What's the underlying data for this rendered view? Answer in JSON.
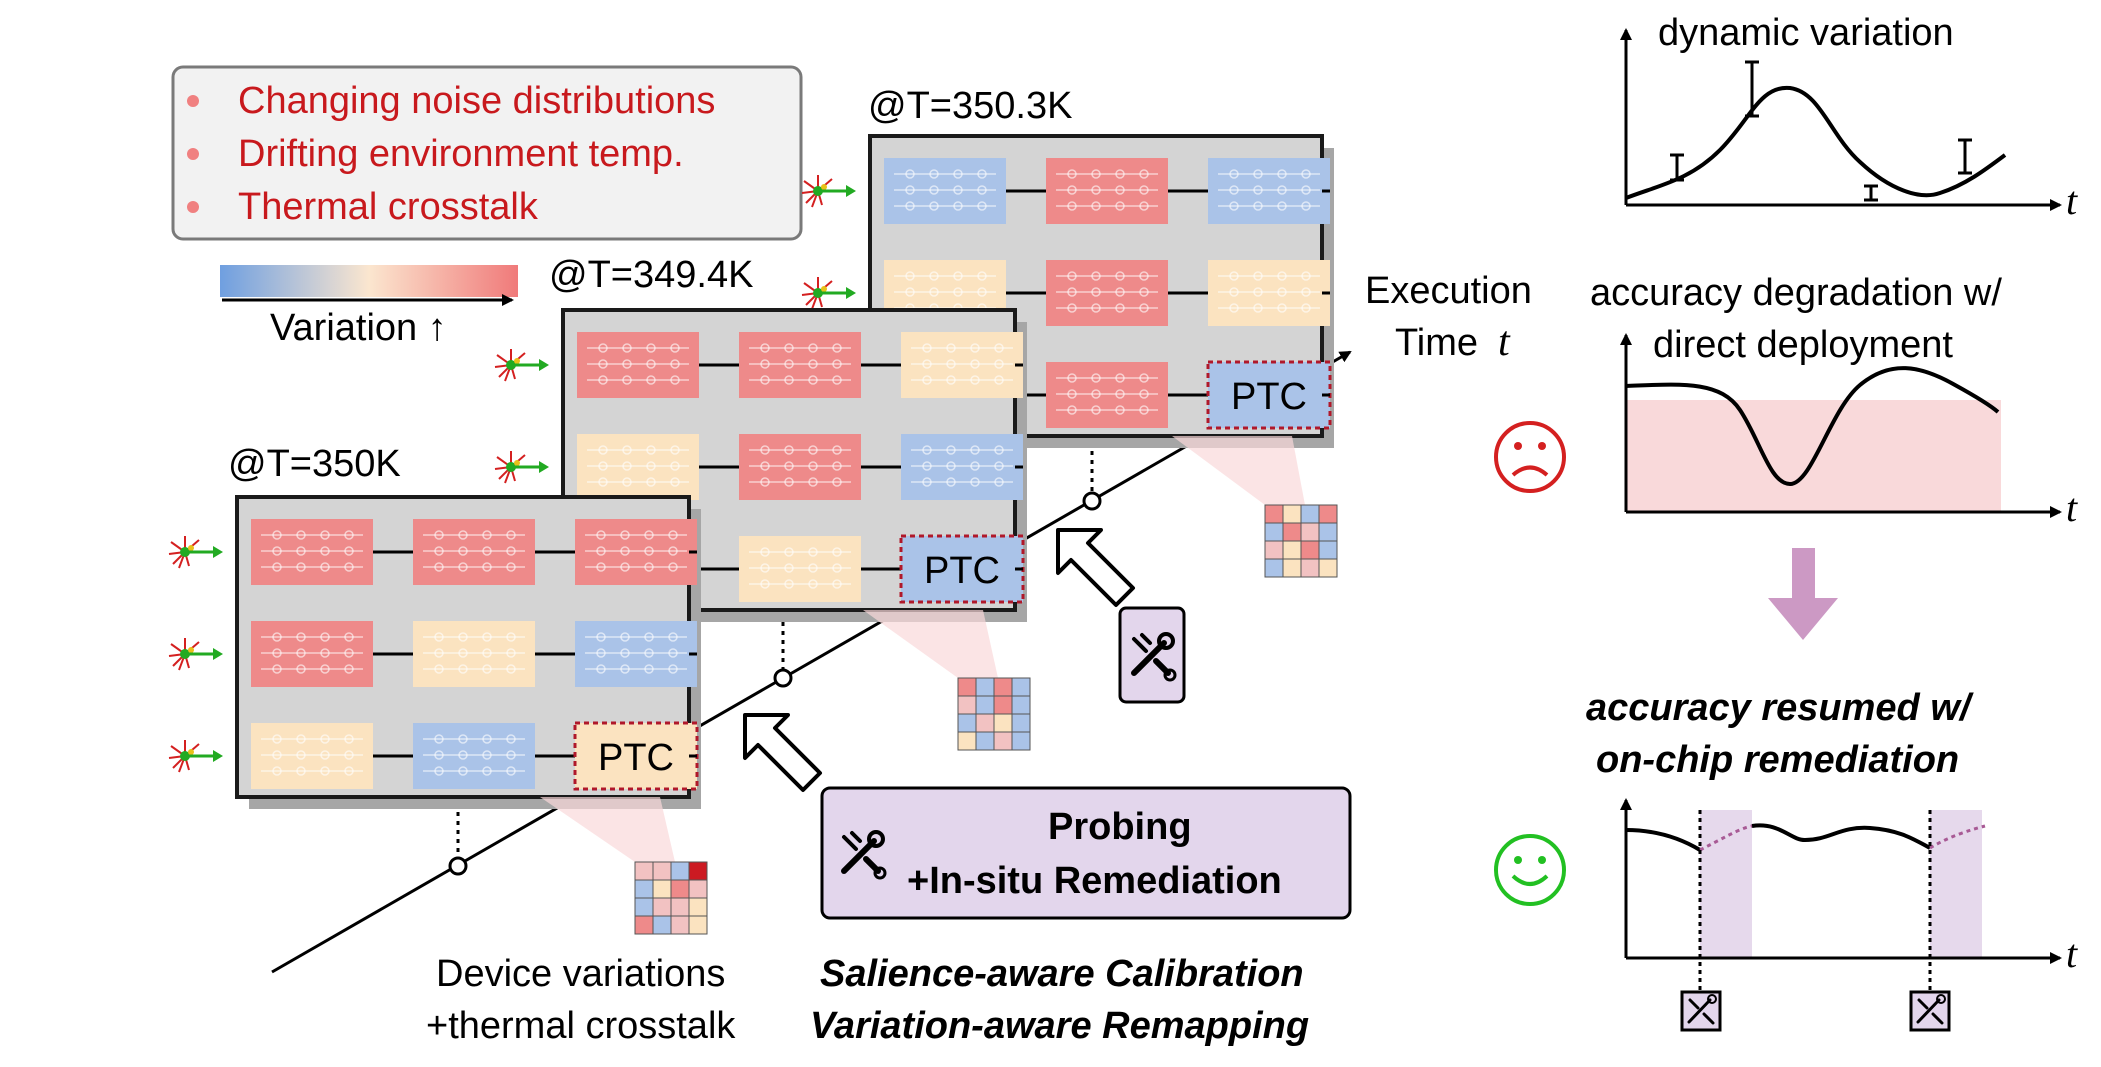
{
  "legend_box": {
    "items": [
      "Changing noise distributions",
      "Drifting environment temp.",
      "Thermal crosstalk"
    ],
    "bullet_color": "#f08080",
    "text_color": "#c8191d"
  },
  "colorbar": {
    "label": "Variation ↑",
    "from": "#6f9fe0",
    "to": "#f07a7a"
  },
  "chips": {
    "front": {
      "temp": "@T=350K",
      "ptc": "PTC",
      "cells": [
        "red",
        "red",
        "red",
        "red",
        "yellow",
        "blue",
        "yellow",
        "blue",
        "yellow"
      ]
    },
    "middle": {
      "temp": "@T=349.4K",
      "ptc": "PTC",
      "cells": [
        "red",
        "red",
        "yellow",
        "yellow",
        "red",
        "blue",
        "red",
        "yellow",
        "blue"
      ]
    },
    "back": {
      "temp": "@T=350.3K",
      "ptc": "PTC",
      "cells": [
        "blue",
        "red",
        "blue",
        "yellow",
        "red",
        "yellow",
        "yellow",
        "red",
        "blue"
      ]
    }
  },
  "axis": {
    "label": "Execution",
    "label2": "Time",
    "var": "t"
  },
  "labels": {
    "device_variations": "Device variations",
    "thermal_crosstalk": "+thermal crosstalk",
    "salience": "Salience-aware Calibration",
    "remapping": "Variation-aware Remapping"
  },
  "probing_box": {
    "line1": "Probing",
    "line2": "+In-situ Remediation",
    "bg": "#e3d6ec"
  },
  "right_panels": {
    "dynamic_title": "dynamic variation",
    "degradation_title1": "accuracy degradation w/",
    "degradation_title2": "direct deployment",
    "resumed_title1": "accuracy resumed w/",
    "resumed_title2": "on-chip remediation",
    "axis_var": "t"
  },
  "colors": {
    "red_cell": "#ee8a8a",
    "yellow_cell": "#fbe3c0",
    "blue_cell": "#aac3e8",
    "chip_bg": "#d4d4d4",
    "shadow": "#a6a6a6",
    "sad": "#d42020",
    "happy": "#22c022",
    "arrow_pink": "#cc99c4"
  }
}
